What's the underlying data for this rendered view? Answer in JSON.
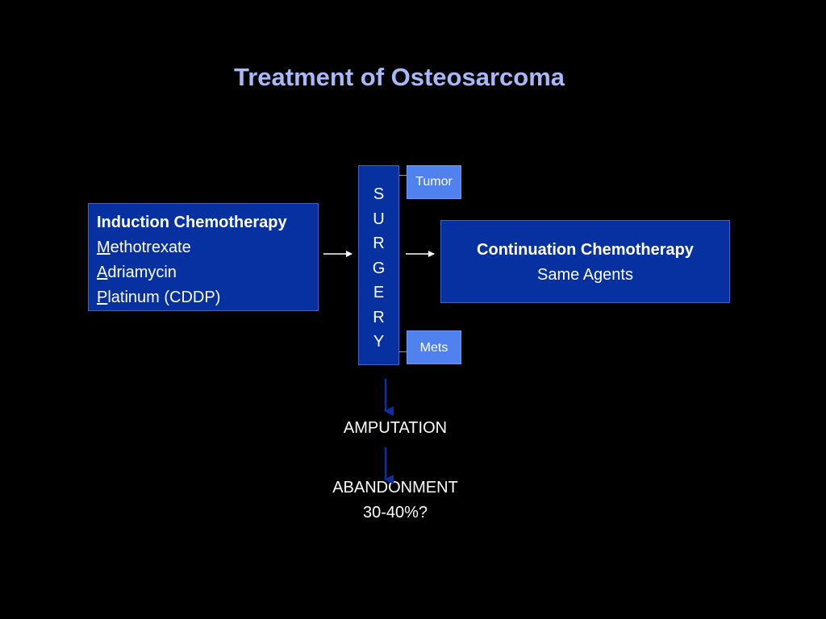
{
  "slide": {
    "title": "Treatment of Osteosarcoma",
    "background": "#000000",
    "title_color": "#a7b9f8",
    "box_color": "#0731a0",
    "small_box_color": "#4f82ee",
    "down_arrow_color": "#0a2fa8"
  },
  "induction": {
    "heading": "Induction Chemotherapy",
    "items": [
      {
        "initial": "M",
        "rest": "ethotrexate"
      },
      {
        "initial": "A",
        "rest": "driamycin"
      },
      {
        "initial": "P",
        "rest": "latinum (CDDP)"
      }
    ]
  },
  "surgery": {
    "letters": [
      "S",
      "U",
      "R",
      "G",
      "E",
      "R",
      "Y"
    ]
  },
  "branches": {
    "top": "Tumor",
    "bottom": "Mets"
  },
  "continuation": {
    "heading": "Continuation Chemotherapy",
    "subtext": "Same Agents"
  },
  "outcomes": {
    "amputation": "AMPUTATION",
    "abandonment": "ABANDONMENT",
    "abandonment_rate": "30-40%?"
  }
}
